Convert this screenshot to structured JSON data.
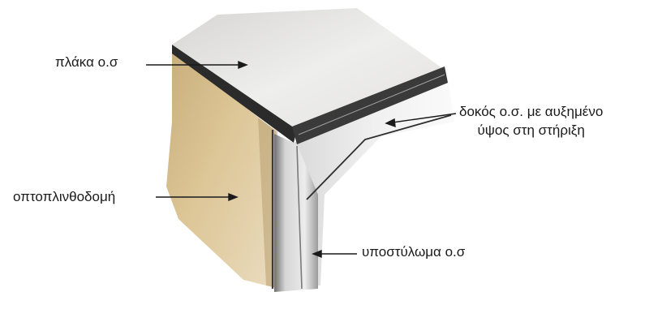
{
  "labels": {
    "slab": "πλάκα ο.σ",
    "masonry": "οπτοπλινθοδομή",
    "column": "υποστύλωμα ο.σ",
    "beam_line1": "δοκός ο.σ. με αυξημένο",
    "beam_line2": "ύψος στη στήριξη"
  },
  "colors": {
    "slab_top": "#e4e3e1",
    "masonry": "#d8c294",
    "beam_side": "#e9e9e9",
    "slab_edge": "#2b2b2b",
    "column_shadow": "#8c8c8c"
  }
}
